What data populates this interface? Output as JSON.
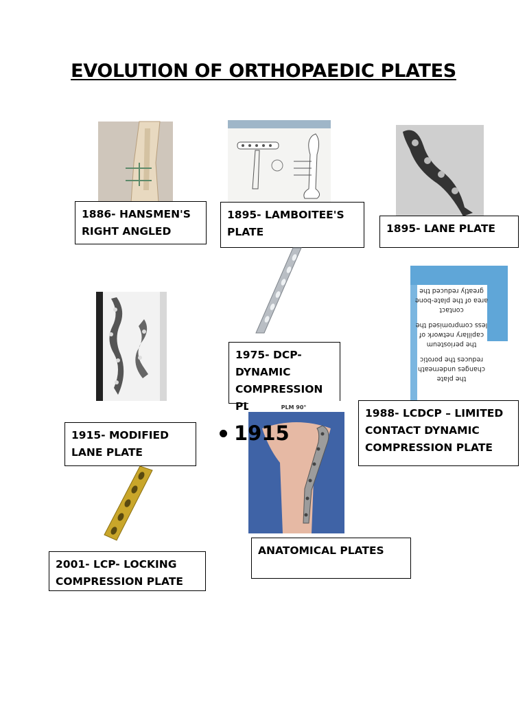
{
  "title": "EVOLUTION OF ORTHOPAEDIC PLATES",
  "labels": {
    "hansmen": "1886- HANSMEN'S RIGHT ANGLED",
    "lamboitee": "1895- LAMBOITEE'S PLATE",
    "lane": "1895- LANE PLATE",
    "dcp": "1975- DCP- DYNAMIC COMPRESSION PLATE",
    "modified_lane": "1915- MODIFIED LANE PLATE",
    "lcdcp": "1988- LCDCP – LIMITED CONTACT DYNAMIC COMPRESSION PLATE",
    "lcp": "2001- LCP- LOCKING COMPRESSION PLATE",
    "anatomical": "ANATOMICAL PLATES"
  },
  "bullet": "1915",
  "lcdcp_image_text": [
    "greatly reduced the",
    "area of the plate-bone",
    "contact",
    "less compromised the",
    "capillary network of",
    "the periosteum",
    "reduces the porotic",
    "changes underneath",
    "the plate"
  ],
  "anatomical_image_caption": "PLM 90°"
}
